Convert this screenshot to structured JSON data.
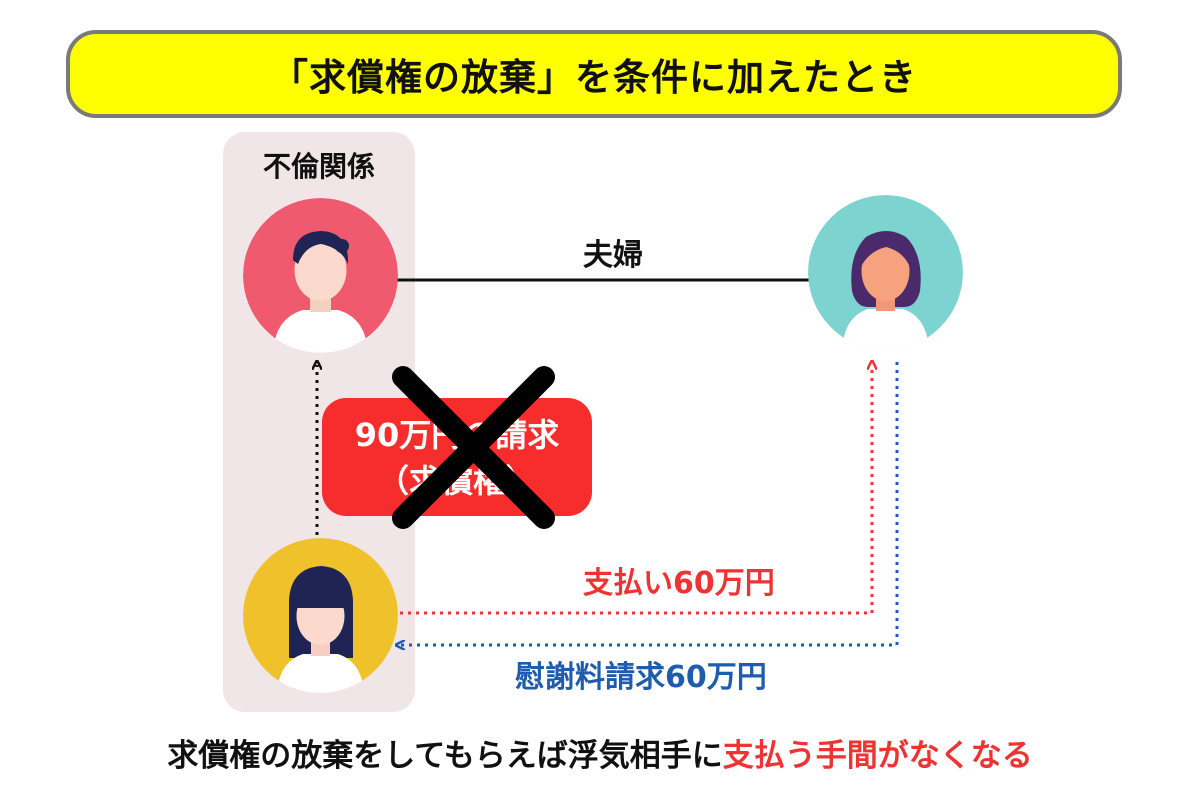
{
  "title": "「求償権の放棄」を条件に加えたとき",
  "group_label": "不倫関係",
  "relation_label": "夫婦",
  "claim_box": {
    "line1": "90万円の請求",
    "line2": "（求償権）"
  },
  "payment_label": "支払い60万円",
  "consolation_claim_label": "慰謝料請求60万円",
  "caption": {
    "prefix": "求償権の放棄をしてもらえば浮気相手に",
    "highlight": "支払う手間がなくなる"
  },
  "colors": {
    "banner": "#ffff00",
    "claim_box": "#f72c2c",
    "payment_arrow": "#ee3333",
    "claim_arrow": "#1f5cae",
    "avatar_husband_bg": "#ef5a6e",
    "avatar_wife_bg": "#7dd3cf",
    "avatar_affair_bg": "#efc12b"
  },
  "icons": {
    "husband": "man-avatar-icon",
    "wife": "woman-avatar-icon",
    "affair_partner": "woman-long-hair-avatar-icon",
    "cross": "cross-x-icon"
  }
}
